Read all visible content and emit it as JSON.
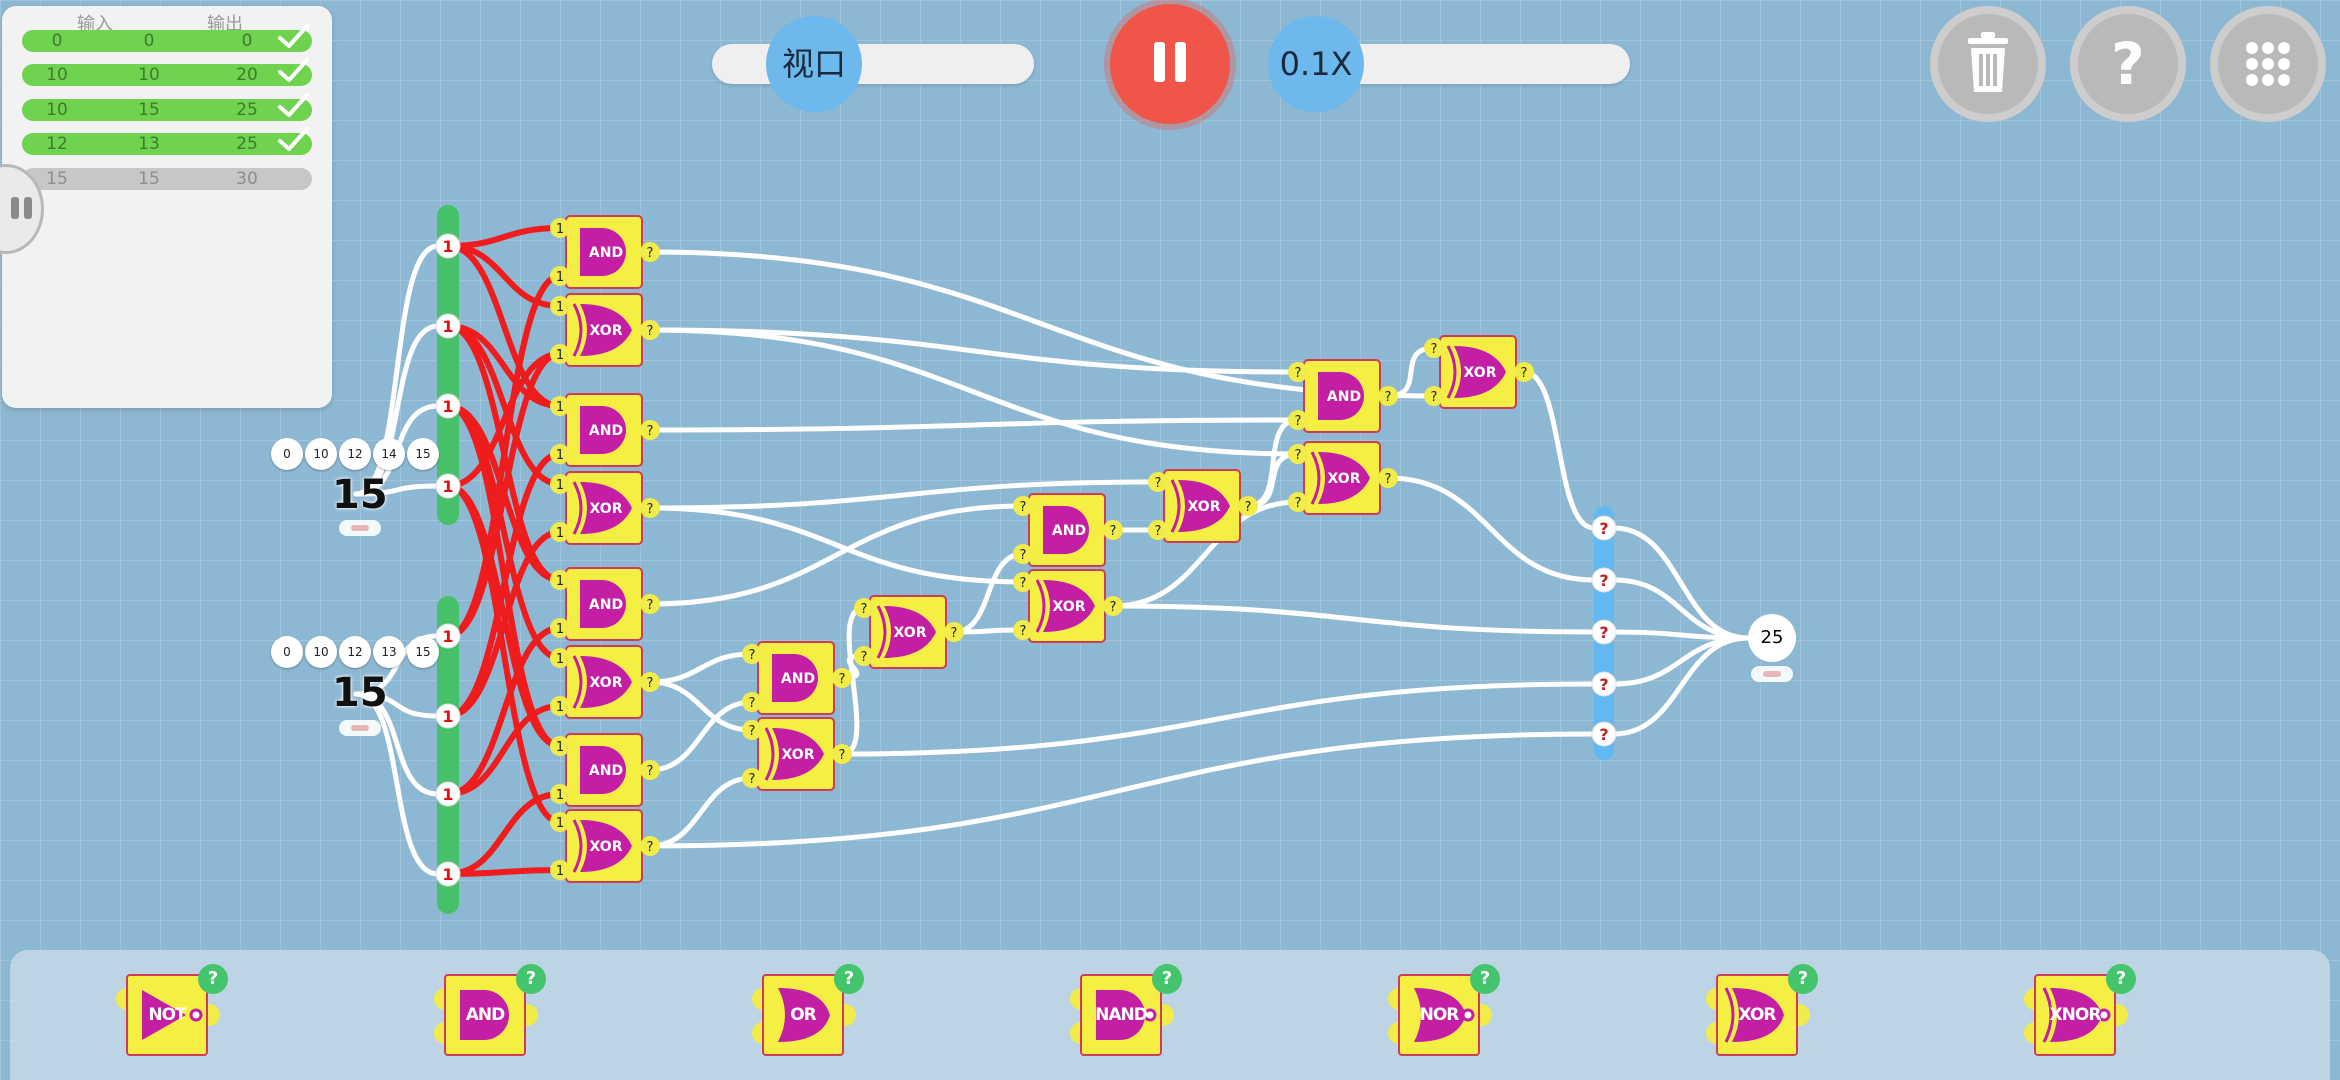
{
  "truth_table": {
    "header_input": "输入",
    "header_output": "输出",
    "rows": [
      {
        "a": "0",
        "b": "0",
        "out": "0",
        "status": "pass"
      },
      {
        "a": "10",
        "b": "10",
        "out": "20",
        "status": "pass"
      },
      {
        "a": "10",
        "b": "15",
        "out": "25",
        "status": "pass"
      },
      {
        "a": "12",
        "b": "13",
        "out": "25",
        "status": "pass"
      },
      {
        "a": "15",
        "b": "15",
        "out": "30",
        "status": "pending"
      }
    ]
  },
  "controls": {
    "view_label": "视口",
    "speed_label": "0.1X",
    "pause_icon": "pause-icon",
    "trash_icon": "trash-icon",
    "help_label": "?",
    "menu_icon": "grid-menu-icon"
  },
  "inputs": [
    {
      "chips": [
        "0",
        "10",
        "12",
        "14",
        "15"
      ],
      "value": "15"
    },
    {
      "chips": [
        "0",
        "10",
        "12",
        "13",
        "15"
      ],
      "value": "15"
    }
  ],
  "bus_a_bits": [
    "1",
    "1",
    "1",
    "1"
  ],
  "bus_b_bits": [
    "1",
    "1",
    "1",
    "1"
  ],
  "gates": [
    {
      "label": "AND"
    },
    {
      "label": "XOR"
    },
    {
      "label": "AND"
    },
    {
      "label": "XOR"
    },
    {
      "label": "AND"
    },
    {
      "label": "XOR"
    },
    {
      "label": "AND"
    },
    {
      "label": "XOR"
    },
    {
      "label": "AND"
    },
    {
      "label": "XOR"
    },
    {
      "label": "XOR"
    },
    {
      "label": "AND"
    },
    {
      "label": "XOR"
    },
    {
      "label": "XOR"
    },
    {
      "label": "AND"
    },
    {
      "label": "XOR"
    },
    {
      "label": "XOR"
    }
  ],
  "unknown_marker": "?",
  "output_bits": [
    "?",
    "?",
    "?",
    "?",
    "?"
  ],
  "output_value": "25",
  "palette": [
    {
      "label": "NOT",
      "help": "?"
    },
    {
      "label": "AND",
      "help": "?"
    },
    {
      "label": "OR",
      "help": "?"
    },
    {
      "label": "NAND",
      "help": "?"
    },
    {
      "label": "NOR",
      "help": "?"
    },
    {
      "label": "XOR",
      "help": "?"
    },
    {
      "label": "XNOR",
      "help": "?"
    }
  ],
  "colors": {
    "background": "#8db8d3",
    "gate_fill": "#f5ef44",
    "gate_symbol": "#c41fa4",
    "wire_active": "#ee1c1c",
    "bus_green": "#47c06a",
    "bus_output": "#62b8f3"
  }
}
